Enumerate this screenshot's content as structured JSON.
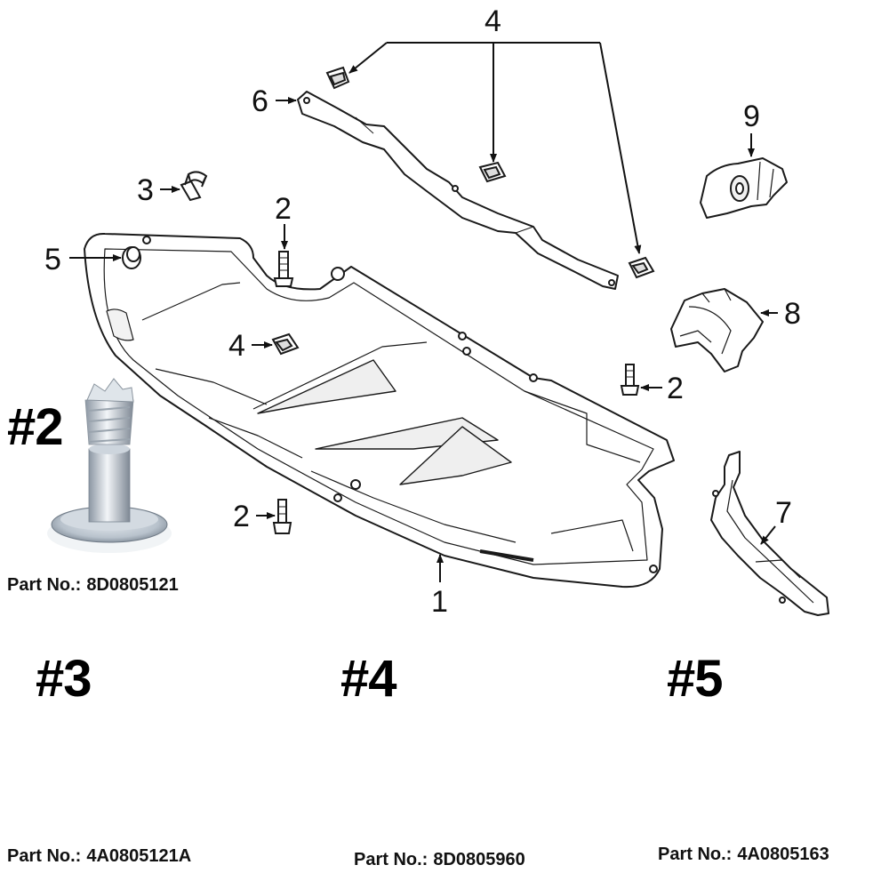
{
  "callouts": {
    "c1": "1",
    "c2a": "2",
    "c2b": "2",
    "c2c": "2",
    "c3": "3",
    "c4top": "4",
    "c4mid": "4",
    "c5": "5",
    "c6": "6",
    "c7": "7",
    "c8": "8",
    "c9": "9"
  },
  "parts": [
    {
      "badge": "#2",
      "label": "Part No.:",
      "number": "8D0805121",
      "icon": "threaded-stud-icon"
    },
    {
      "badge": "#3",
      "label": "Part No.:",
      "number": "4A0805121A",
      "icon": "push-rivet-icon"
    },
    {
      "badge": "#4",
      "label": "Part No.:",
      "number": "8D0805960",
      "icon": "spring-clip-icon"
    },
    {
      "badge": "#5",
      "label": "Part No.:",
      "number": "4A0805163",
      "icon": "clip-nut-icon"
    }
  ],
  "colors": {
    "line": "#1a1a1a",
    "shadow": "#e6e6e6"
  }
}
